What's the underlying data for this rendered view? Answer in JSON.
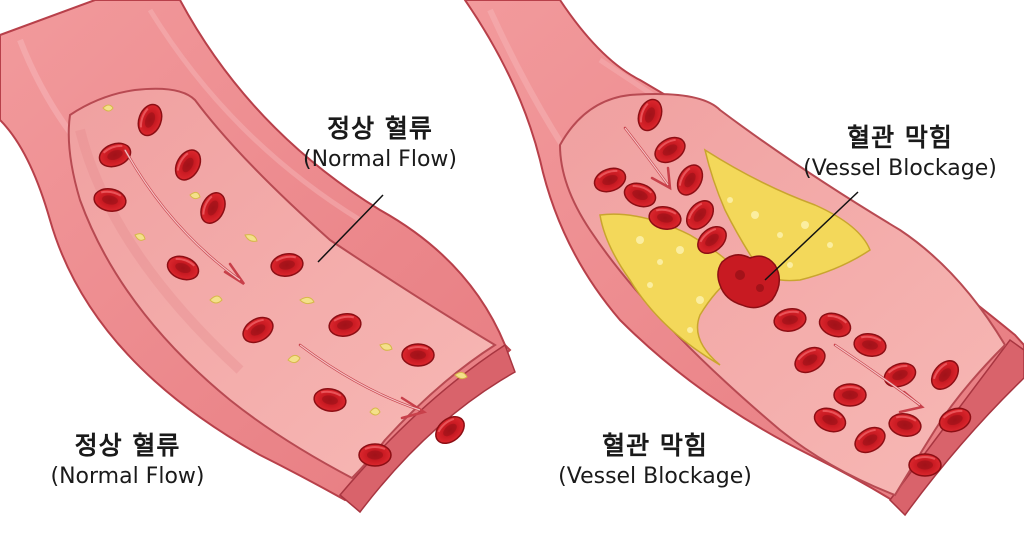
{
  "panels": {
    "normal": {
      "callout": {
        "ko": "정상 혈류",
        "en": "(Normal Flow)"
      },
      "caption": {
        "ko": "정상 혈류",
        "en": "(Normal Flow)"
      }
    },
    "blockage": {
      "callout": {
        "ko": "혈관 막힘",
        "en": "(Vessel Blockage)"
      },
      "caption": {
        "ko": "혈관 막힘",
        "en": "(Vessel Blockage)"
      }
    }
  },
  "colors": {
    "vessel_wall": "#ef8a8f",
    "vessel_wall_dark": "#c94a55",
    "lumen": "#f4a6a6",
    "lumen_shade": "#e98c8f",
    "red_cell": "#d42028",
    "red_cell_center": "#a8141b",
    "plaque": "#f3d85a",
    "plaque_dots": "#fbeea0",
    "platelet": "#f4e08a"
  },
  "icons": [
    "flow-arrow-icon",
    "red-blood-cell-icon",
    "plaque-icon",
    "clot-icon"
  ]
}
